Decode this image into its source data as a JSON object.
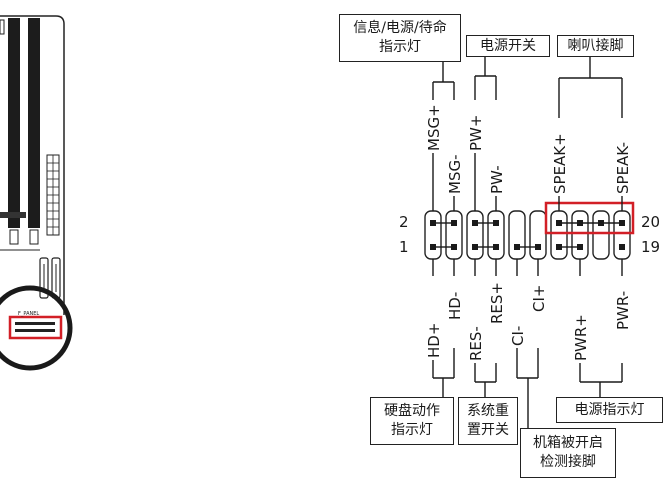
{
  "diagram": {
    "top_boxes": {
      "msg": "信息/电源/待命\n指示灯",
      "power_switch": "电源开关",
      "speaker": "喇叭接脚"
    },
    "bottom_boxes": {
      "hdd": "硬盘动作\n指示灯",
      "reset": "系统重\n置开关",
      "chassis": "机箱被开启\n检测接脚",
      "power_led": "电源指示灯"
    },
    "pin_labels_top": {
      "msg_plus": "MSG+",
      "msg_minus": "MSG-",
      "pw_plus": "PW+",
      "pw_minus": "PW-",
      "speak_plus": "SPEAK+",
      "speak_minus": "SPEAK-"
    },
    "pin_labels_bottom": {
      "hd_plus": "HD+",
      "hd_minus": "HD-",
      "res_minus": "RES-",
      "res_plus": "RES+",
      "ci_minus": "CI-",
      "ci_plus": "CI+",
      "pwr_plus": "PWR+",
      "pwr_minus": "PWR-"
    },
    "pin_numbers": {
      "top_left": "2",
      "bottom_left": "1",
      "top_right": "20",
      "bottom_right": "19"
    },
    "colors": {
      "highlight": "#d21f26",
      "line": "#1a1a1a"
    }
  }
}
